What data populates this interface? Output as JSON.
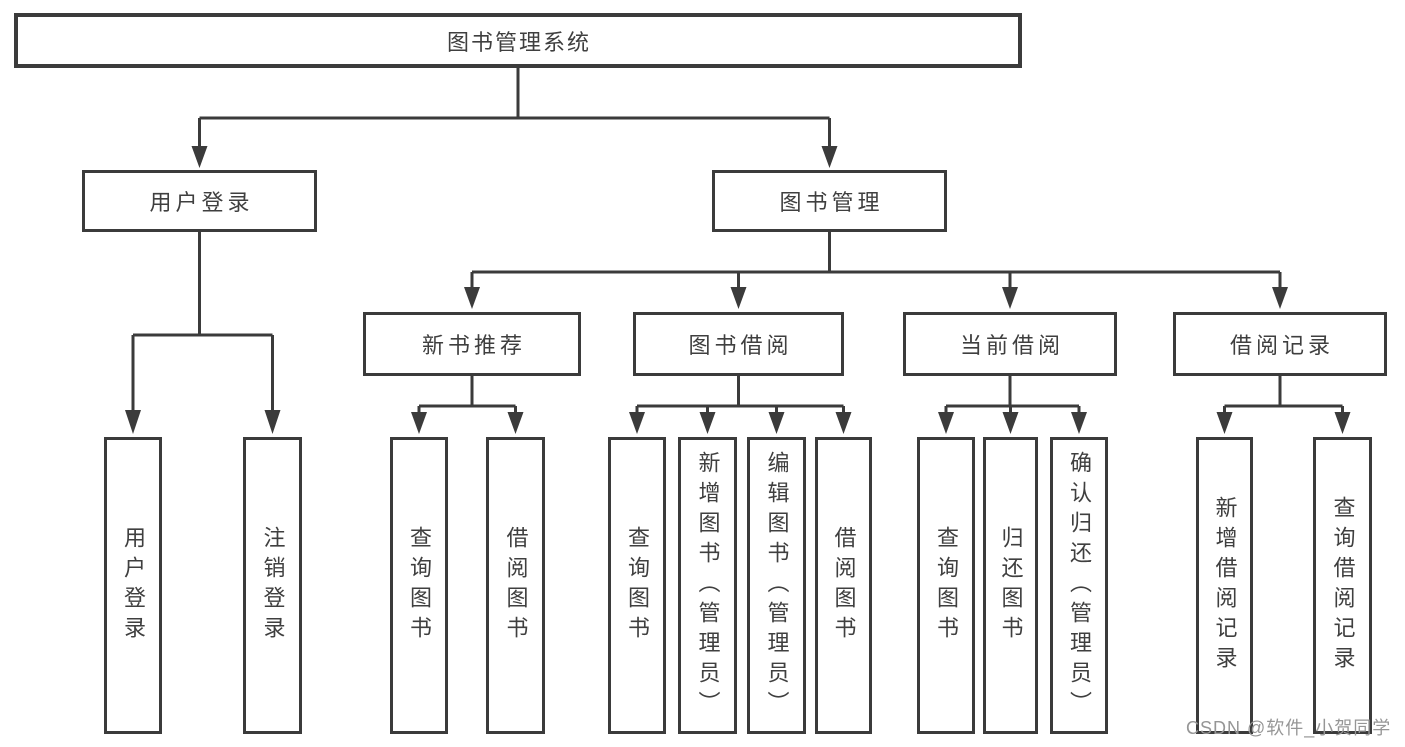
{
  "tree": {
    "label": "图书管理系统",
    "children": [
      {
        "label": "用户登录",
        "children": [
          {
            "label": "用户登录"
          },
          {
            "label": "注销登录"
          }
        ]
      },
      {
        "label": "图书管理",
        "children": [
          {
            "label": "新书推荐",
            "children": [
              {
                "label": "查询图书"
              },
              {
                "label": "借阅图书"
              }
            ]
          },
          {
            "label": "图书借阅",
            "children": [
              {
                "label": "查询图书"
              },
              {
                "label": "新增图书（管理员）"
              },
              {
                "label": "编辑图书（管理员）"
              },
              {
                "label": "借阅图书"
              }
            ]
          },
          {
            "label": "当前借阅",
            "children": [
              {
                "label": "查询图书"
              },
              {
                "label": "归还图书"
              },
              {
                "label": "确认归还（管理员）"
              }
            ]
          },
          {
            "label": "借阅记录",
            "children": [
              {
                "label": "新增借阅记录"
              },
              {
                "label": "查询借阅记录"
              }
            ]
          }
        ]
      }
    ]
  },
  "watermark": {
    "text": "CSDN @软件_小贺同学"
  },
  "colors": {
    "line": "#3b3b3b",
    "text": "#3f3f3f",
    "watermark": "#969696",
    "background": "#ffffff"
  }
}
